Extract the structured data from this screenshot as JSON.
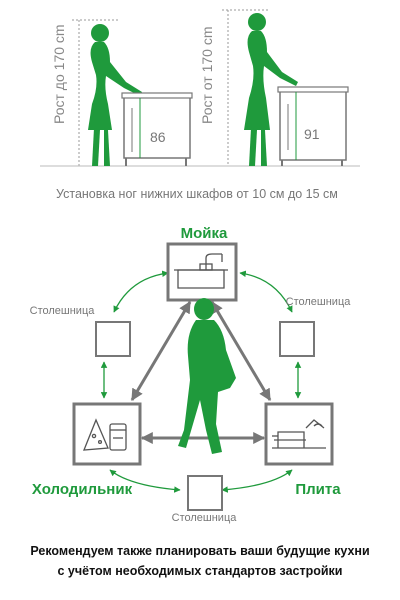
{
  "top": {
    "left_height_label": "Рост до 170 cm",
    "left_counter_height": "86",
    "right_height_label": "Рост от 170 cm",
    "right_counter_height": "91",
    "legs_note": "Установка ног нижних шкафов от 10 см до 15 см"
  },
  "triangle": {
    "sink_label": "Мойка",
    "fridge_label": "Холодильник",
    "stove_label": "Плита",
    "counter_left_label": "Столешница",
    "counter_right_label": "Столешница",
    "counter_bottom_label": "Столешница"
  },
  "caption": {
    "line1": "Рекомендуем также планировать ваши будущие кухни",
    "line2": "с учётом необходимых стандартов застройки"
  },
  "colors": {
    "accent_green": "#1f9a3c",
    "arrow_gray": "#777777",
    "box_gray": "#777777",
    "text_gray": "#999999"
  }
}
